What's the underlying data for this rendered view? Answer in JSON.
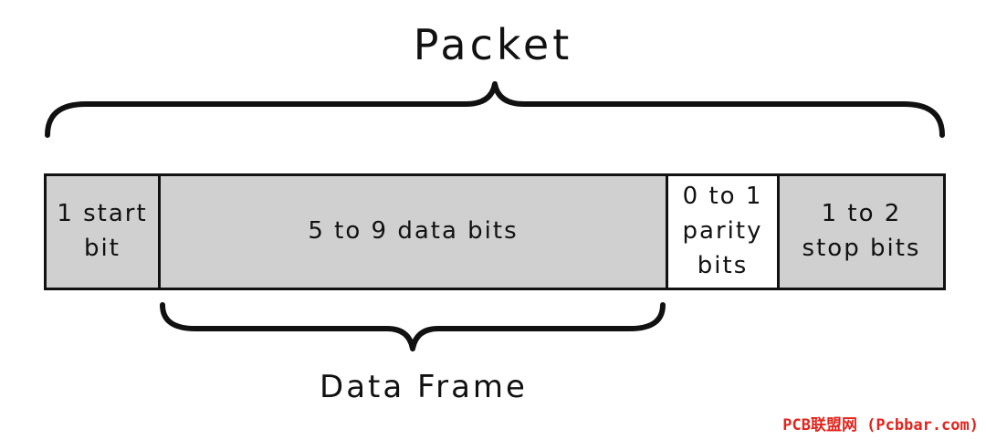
{
  "title": "Packet",
  "subtitle": "Data Frame",
  "fields": [
    {
      "label": "1 start\nbit",
      "fill": "#d0d0d0"
    },
    {
      "label": "5 to 9 data bits",
      "fill": "#d0d0d0"
    },
    {
      "label": "0 to 1\nparity\nbits",
      "fill": "#ffffff"
    },
    {
      "label": "1 to 2\nstop bits",
      "fill": "#d0d0d0"
    }
  ],
  "watermark": "PCB联盟网 (Pcbbar.com)",
  "colors": {
    "line": "#111111",
    "field_gray": "#d0d0d0",
    "watermark": "#e4231c"
  }
}
